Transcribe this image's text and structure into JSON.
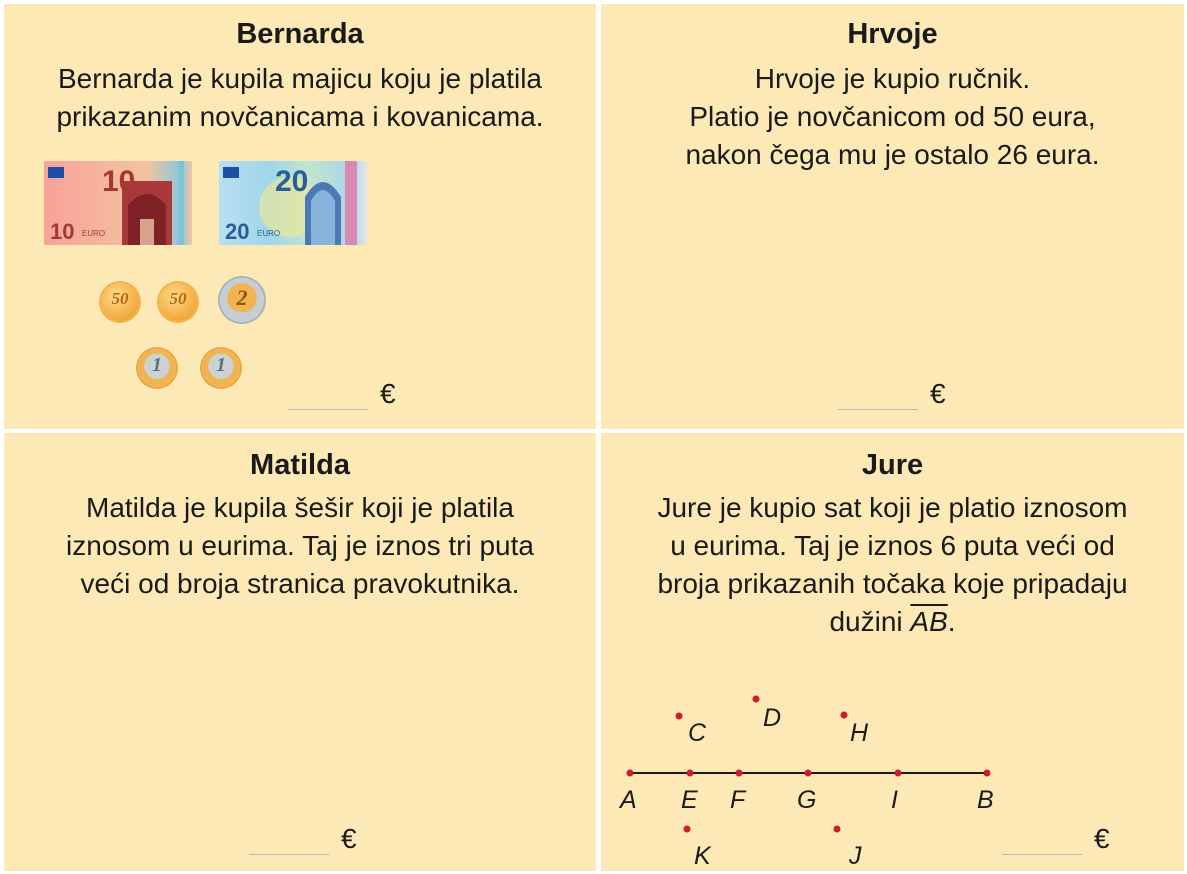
{
  "bernarda": {
    "title": "Bernarda",
    "text": [
      "Bernarda je kupila majicu koju je platila",
      "prikazanim novčanicama i kovanicama."
    ],
    "bill10": "10",
    "bill10_small": "10",
    "bill20": "20",
    "bill20_small": "20",
    "euro_word": "EURO",
    "coin_50a": "50",
    "coin_50b": "50",
    "coin_2": "2",
    "coin_1a": "1",
    "coin_1b": "1",
    "currency": "€"
  },
  "hrvoje": {
    "title": "Hrvoje",
    "text": [
      "Hrvoje je kupio ručnik.",
      "Platio je novčanicom od 50 eura,",
      "nakon čega mu je ostalo 26 eura."
    ],
    "currency": "€"
  },
  "matilda": {
    "title": "Matilda",
    "text": [
      "Matilda je kupila šešir koji je platila",
      "iznosom u eurima. Taj je iznos tri puta",
      "veći od broja stranica pravokutnika."
    ],
    "currency": "€"
  },
  "jure": {
    "title": "Jure",
    "text": [
      "Jure je kupio sat koji je platio iznosom",
      "u eurima. Taj je iznos 6 puta veći od",
      "broja prikazanih točaka koje pripadaju"
    ],
    "text_last_prefix": "dužini ",
    "segment": "AB",
    "text_last_suffix": ".",
    "points": [
      "A",
      "E",
      "F",
      "G",
      "I",
      "B",
      "C",
      "D",
      "H",
      "K",
      "J"
    ],
    "currency": "€"
  }
}
